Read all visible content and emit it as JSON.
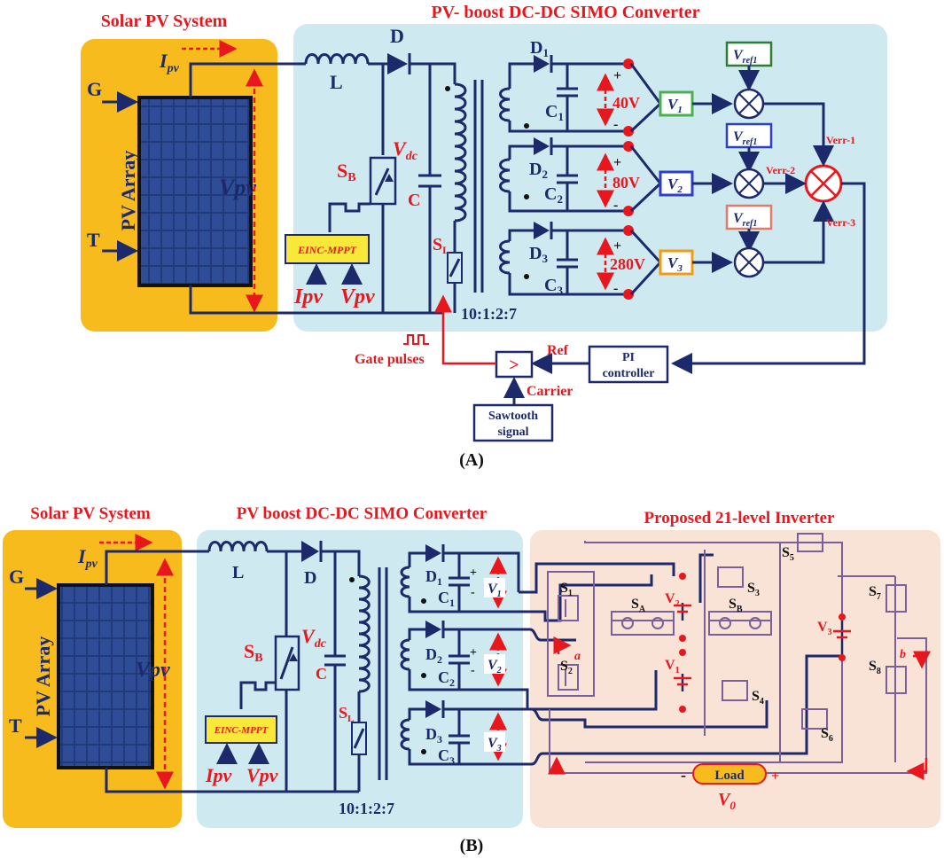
{
  "panel_a": {
    "label": "(A)",
    "pv_title": "Solar PV System",
    "conv_title": "PV- boost DC-DC SIMO Converter",
    "ipv": "I",
    "ipv_sub": "pv",
    "g": "G",
    "t": "T",
    "pv_array": "PV Array",
    "vpv": "Vpv",
    "l": "L",
    "d": "D",
    "sb": "S",
    "sb_sub": "B",
    "vdc": "V",
    "vdc_sub": "dc",
    "c": "C",
    "mppt": "EINC-MPPT",
    "mppt_ipv": "Ipv",
    "mppt_vpv": "Vpv",
    "sl": "S",
    "sl_sub": "L",
    "ratio": "10:1:2:7",
    "d1": "D",
    "d1_sub": "1",
    "d2": "D",
    "d2_sub": "2",
    "d3": "D",
    "d3_sub": "3",
    "c1": "C",
    "c1_sub": "1",
    "c2": "C",
    "c2_sub": "2",
    "c3": "C",
    "c3_sub": "3",
    "v40": "40V",
    "v80": "80V",
    "v280": "280V",
    "plus": "+",
    "minus": "-",
    "v1": "V",
    "v1_sub": "1",
    "v2": "V",
    "v2_sub": "2",
    "v3": "V",
    "v3_sub": "3",
    "vref": "V",
    "vref_sub": "ref1",
    "verr1": "Verr-1",
    "verr2": "Verr-2",
    "verr3": "Verr-3",
    "pi_line1": "PI",
    "pi_line2": "controller",
    "ref": "Ref",
    "carrier": "Carrier",
    "comparator": ">",
    "gate_pulses": "Gate pulses",
    "saw_line1": "Sawtooth",
    "saw_line2": "signal"
  },
  "panel_b": {
    "label": "(B)",
    "pv_title": "Solar PV System",
    "conv_title": "PV boost DC-DC SIMO Converter",
    "inv_title": "Proposed 21-level Inverter",
    "ipv": "I",
    "ipv_sub": "pv",
    "g": "G",
    "t": "T",
    "pv_array": "PV Array",
    "vpv": "Vpv",
    "l": "L",
    "d": "D",
    "sb": "S",
    "sb_sub": "B",
    "vdc": "V",
    "vdc_sub": "dc",
    "c": "C",
    "mppt": "EINC-MPPT",
    "mppt_ipv": "Ipv",
    "mppt_vpv": "Vpv",
    "sl": "S",
    "sl_sub": "L",
    "ratio": "10:1:2:7",
    "d1": "D",
    "d1_sub": "1",
    "d2": "D",
    "d2_sub": "2",
    "d3": "D",
    "d3_sub": "3",
    "c1": "C",
    "c1_sub": "1",
    "c2": "C",
    "c2_sub": "2",
    "c3": "C",
    "c3_sub": "3",
    "v1": "V",
    "v1_sub": "1",
    "v2": "V",
    "v2_sub": "2",
    "v3": "V",
    "v3_sub": "3",
    "plus": "+",
    "minus": "-",
    "s1": "S",
    "s1_sub": "1",
    "s2": "S",
    "s2_sub": "2",
    "s3": "S",
    "s3_sub": "3",
    "s4": "S",
    "s4_sub": "4",
    "s5": "S",
    "s5_sub": "5",
    "s6": "S",
    "s6_sub": "6",
    "s7": "S",
    "s7_sub": "7",
    "s8": "S",
    "s8_sub": "8",
    "sa": "S",
    "sa_sub": "A",
    "sbb": "S",
    "sbb_sub": "B",
    "a": "a",
    "b": "b",
    "load": "Load",
    "vo": "V",
    "vo_sub": "0"
  },
  "colors": {
    "pv_box": "#f7bb1d",
    "converter_box": "#cfe9f1",
    "inverter_box": "#f9e3d6",
    "wire": "#1c2a6b",
    "accent_red": "#e8171d",
    "inverter_wire": "#7b5f9a",
    "v1_box": "#4caf50",
    "v2_box": "#2d3fc7",
    "v3_box": "#f39c12",
    "vref_box_a": "#2e7d32",
    "vref_box_b": "#2d3fc7",
    "vref_box_c": "#e27a6a",
    "mppt_box": "#f7e83a",
    "load_box": "#f7bb1d"
  }
}
